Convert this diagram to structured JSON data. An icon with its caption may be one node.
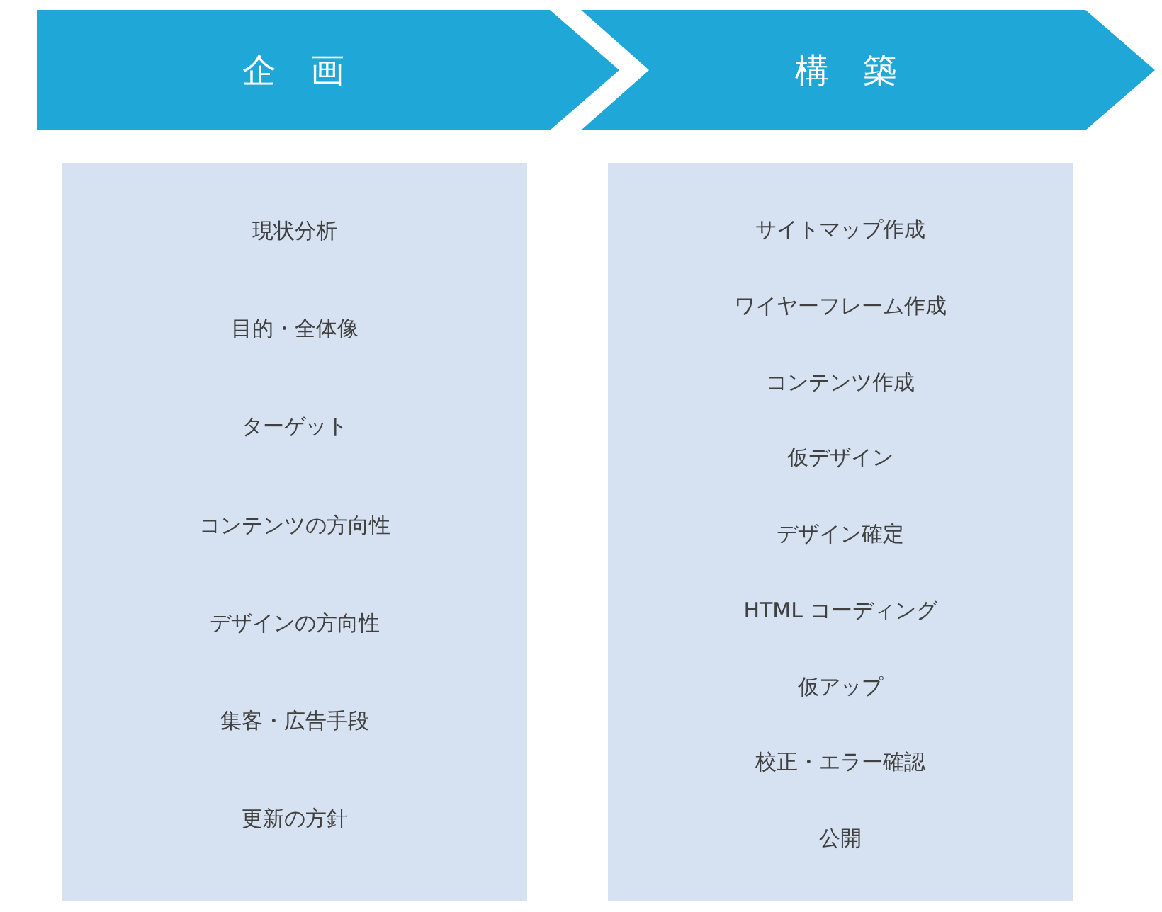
{
  "diagram": {
    "nodes": [
      {
        "text": [
          "企画"
        ]
      },
      {
        "text": [
          "構築"
        ]
      },
      {
        "text": [
          "現状分析",
          "目的・全体像",
          "ターゲット",
          "コンテンツの方向性",
          "デザインの方向性",
          "集客・広告手段",
          "更新の方針"
        ]
      },
      {
        "text": [
          "サイトマップ作成",
          "ワイヤーフレーム作成",
          "コンテンツ作成",
          "仮デザイン",
          "デザイン確定",
          "HTML コーディング",
          "仮アップ",
          "校正・エラー確認",
          "公開"
        ]
      }
    ]
  }
}
